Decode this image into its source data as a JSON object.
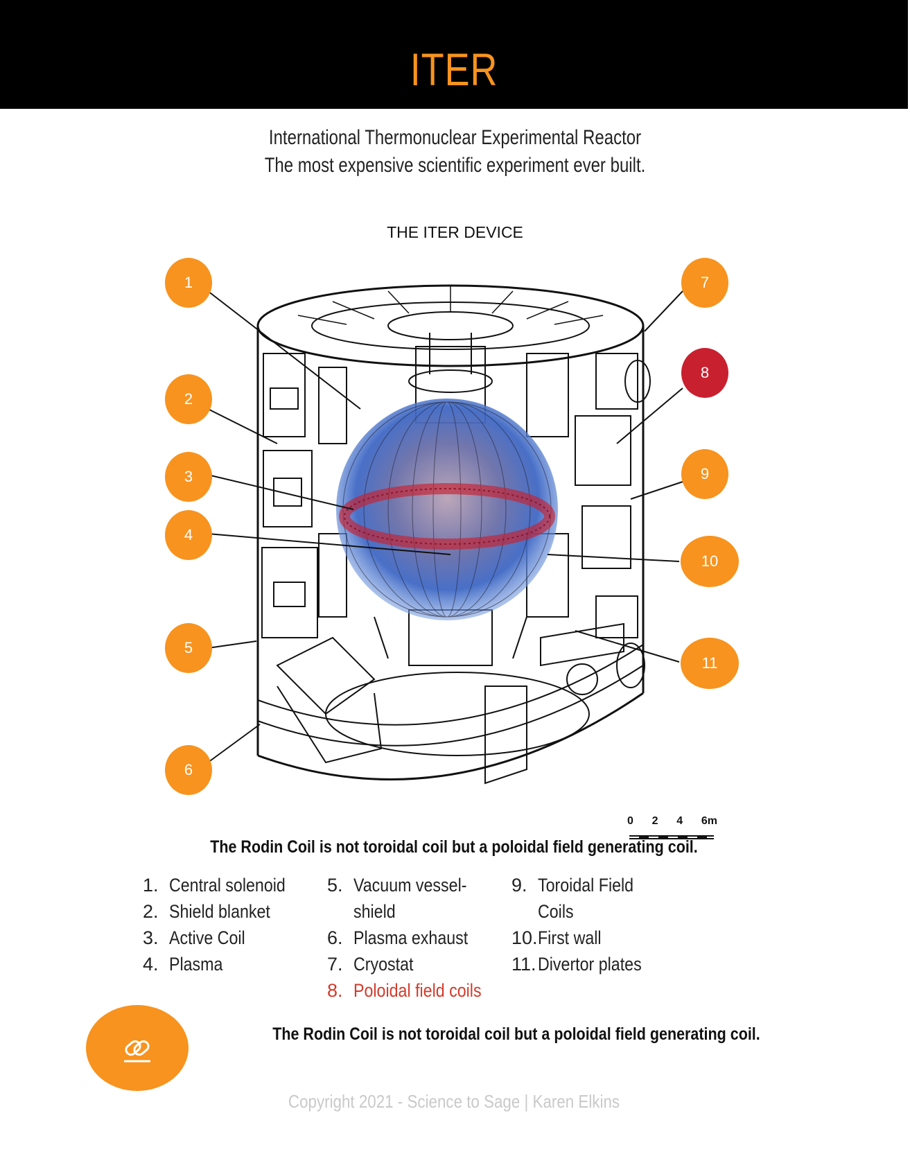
{
  "header": {
    "title": "ITER"
  },
  "subtitle": {
    "line1": "International Thermonuclear Experimental Reactor",
    "line2": "The most expensive scientific experiment ever built."
  },
  "device_title": "THE ITER DEVICE",
  "callouts": [
    "1",
    "2",
    "3",
    "4",
    "5",
    "6",
    "7",
    "8",
    "9",
    "10",
    "11"
  ],
  "scale_labels": [
    "0",
    "2",
    "4",
    "6m"
  ],
  "caption": "The Rodin Coil is not toroidal coil but a poloidal field generating coil.",
  "legend": {
    "col1": [
      {
        "num": "1.",
        "text": "Central solenoid"
      },
      {
        "num": "2.",
        "text": "Shield blanket"
      },
      {
        "num": "3.",
        "text": "Active Coil"
      },
      {
        "num": "4.",
        "text": "Plasma"
      }
    ],
    "col2": [
      {
        "num": "5.",
        "text": "Vacuum vessel-"
      },
      {
        "num": "",
        "text": "shield"
      },
      {
        "num": "6.",
        "text": "Plasma exhaust"
      },
      {
        "num": "7.",
        "text": "Cryostat"
      },
      {
        "num": "8.",
        "text": "Poloidal field coils"
      }
    ],
    "col3": [
      {
        "num": "9.",
        "text": "Toroidal Field"
      },
      {
        "num": "",
        "text": "Coils"
      },
      {
        "num": "10.",
        "text": "First wall"
      },
      {
        "num": "11.",
        "text": "Divertor plates"
      }
    ]
  },
  "note": "The Rodin Coil is not toroidal coil but a poloidal field generating coil.",
  "footer": "Copyright 2021 - Science to Sage | Karen Elkins",
  "colors": {
    "accent": "#f7931e",
    "highlight": "#c8202f",
    "header_bg": "#000000"
  },
  "icons": {
    "link": "link-icon"
  }
}
